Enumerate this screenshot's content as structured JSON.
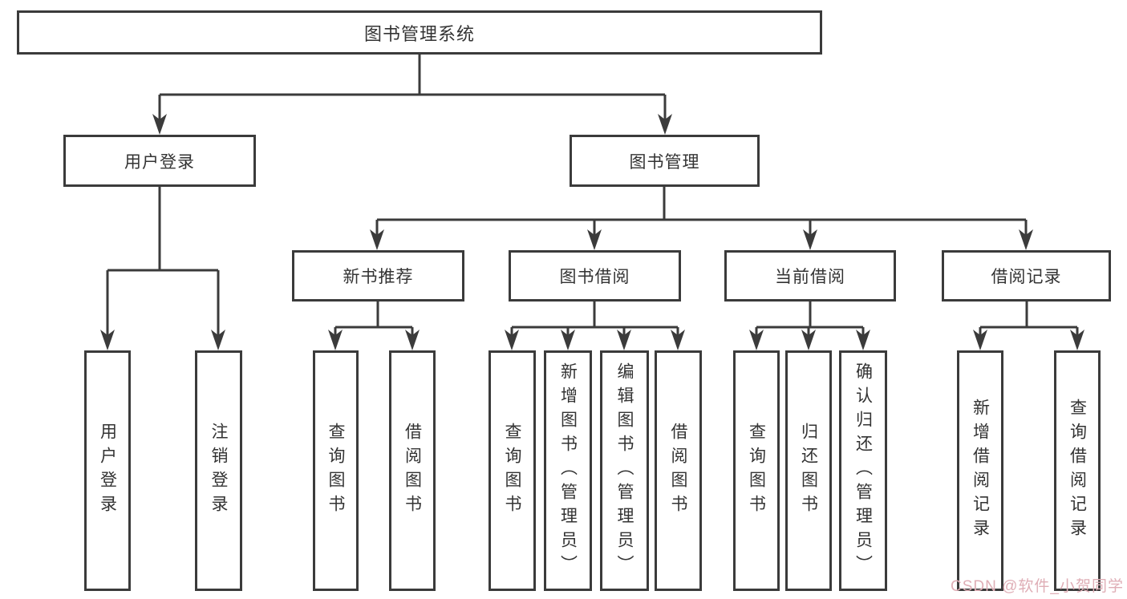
{
  "tree": {
    "label": "图书管理系统",
    "children": [
      {
        "label": "用户登录",
        "children": [
          {
            "label": "用户登录"
          },
          {
            "label": "注销登录"
          }
        ]
      },
      {
        "label": "图书管理",
        "children": [
          {
            "label": "新书推荐",
            "children": [
              {
                "label": "查询图书"
              },
              {
                "label": "借阅图书"
              }
            ]
          },
          {
            "label": "图书借阅",
            "children": [
              {
                "label": "查询图书"
              },
              {
                "label": "新增图书（管理员）"
              },
              {
                "label": "编辑图书（管理员）"
              },
              {
                "label": "借阅图书"
              }
            ]
          },
          {
            "label": "当前借阅",
            "children": [
              {
                "label": "查询图书"
              },
              {
                "label": "归还图书"
              },
              {
                "label": "确认归还（管理员）"
              }
            ]
          },
          {
            "label": "借阅记录",
            "children": [
              {
                "label": "新增借阅记录"
              },
              {
                "label": "查询借阅记录"
              }
            ]
          }
        ]
      }
    ]
  },
  "watermark": {
    "text": "CSDN @软件_小贺同学"
  },
  "colors": {
    "line": "#3b3b3b",
    "box_border": "#3b3b3b",
    "text": "#333333",
    "background": "#ffffff",
    "watermark": "#dfaeb6"
  }
}
